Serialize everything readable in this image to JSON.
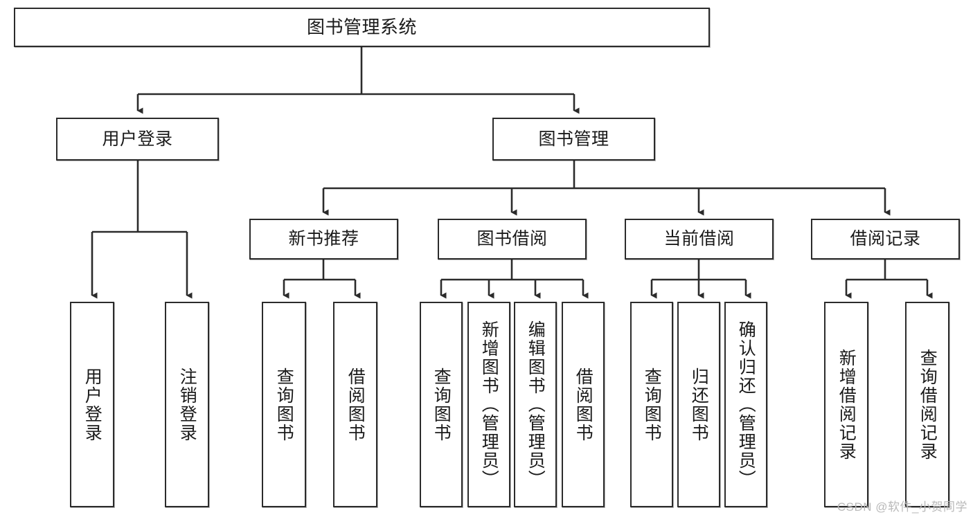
{
  "diagram": {
    "type": "hierarchy-tree",
    "title": "图书管理系统",
    "watermark": "CSDN @软件_小贺同学",
    "colors": {
      "background": "#ffffff",
      "border": "#2b2b2b",
      "text": "#1a1a1a",
      "connector": "#2b2b2b",
      "watermark": "#b9b9b9"
    },
    "nodes": {
      "root": {
        "label": "图书管理系统"
      },
      "level2": [
        {
          "label": "用户登录"
        },
        {
          "label": "图书管理"
        }
      ],
      "level3": [
        {
          "label": "新书推荐"
        },
        {
          "label": "图书借阅"
        },
        {
          "label": "当前借阅"
        },
        {
          "label": "借阅记录"
        }
      ],
      "leaves": {
        "user_login": [
          {
            "label": "用户登录"
          },
          {
            "label": "注销登录"
          }
        ],
        "new_book": [
          {
            "label": "查询图书"
          },
          {
            "label": "借阅图书"
          }
        ],
        "book_borrow": [
          {
            "label": "查询图书"
          },
          {
            "label": "新增图书（管理员）"
          },
          {
            "label": "编辑图书（管理员）"
          },
          {
            "label": "借阅图书"
          }
        ],
        "current_borrow": [
          {
            "label": "查询图书"
          },
          {
            "label": "归还图书"
          },
          {
            "label": "确认归还（管理员）"
          }
        ],
        "borrow_record": [
          {
            "label": "新增借阅记录"
          },
          {
            "label": "查询借阅记录"
          }
        ]
      }
    }
  }
}
